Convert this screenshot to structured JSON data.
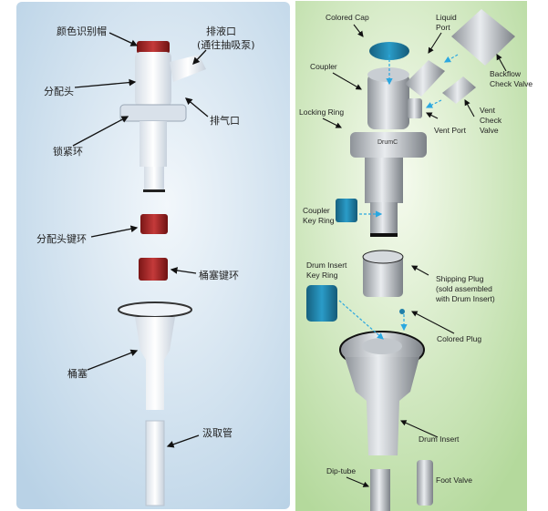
{
  "left_panel": {
    "labels": {
      "color_cap": "颜色识别帽",
      "liquid_port": "排液口",
      "liquid_port_note": "(通往抽吸泵)",
      "dispense_head": "分配头",
      "vent_port": "排气口",
      "locking_ring": "锁紧环",
      "head_key_ring": "分配头键环",
      "plug_key_ring": "桶塞键环",
      "drum_plug": "桶塞",
      "dip_tube": "汲取管"
    }
  },
  "right_panel": {
    "labels": {
      "colored_cap": "Colored Cap",
      "liquid_port_1": "Liquid",
      "liquid_port_2": "Port",
      "coupler": "Coupler",
      "backflow_1": "Backflow",
      "backflow_2": "Check Valve",
      "locking_ring": "Locking Ring",
      "vent_port": "Vent Port",
      "vent_check_1": "Vent",
      "vent_check_2": "Check",
      "vent_check_3": "Valve",
      "coupler_key_1": "Coupler",
      "coupler_key_2": "Key Ring",
      "drum_insert_key_1": "Drum Insert",
      "drum_insert_key_2": "Key Ring",
      "shipping_plug_1": "Shipping Plug",
      "shipping_plug_2": "(sold assembled",
      "shipping_plug_3": "with Drum Insert)",
      "colored_plug": "Colored Plug",
      "drum_insert": "Drum Insert",
      "dip_tube": "Dip-tube",
      "foot_valve": "Foot Valve",
      "brand_mark": "DrumC"
    }
  },
  "colors": {
    "left_bg": "#cfe0ee",
    "right_bg": "#cfe6bf",
    "teal_part": "#1f7fa8",
    "red_part": "#a8282a"
  }
}
